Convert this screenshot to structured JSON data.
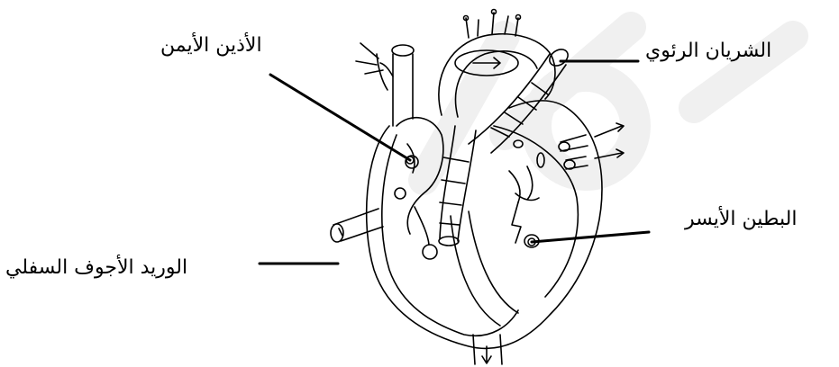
{
  "labels": {
    "right_atrium": "الأذين الأيمن",
    "pulmonary_artery": "الشريان الرئوي",
    "left_ventricle": "البطين الأيسر",
    "inferior_vena_cava": "الوريد الأجوف السفلي"
  },
  "colors": {
    "ink": "#000000",
    "watermark": "#f1f1f1",
    "background": "#ffffff"
  }
}
